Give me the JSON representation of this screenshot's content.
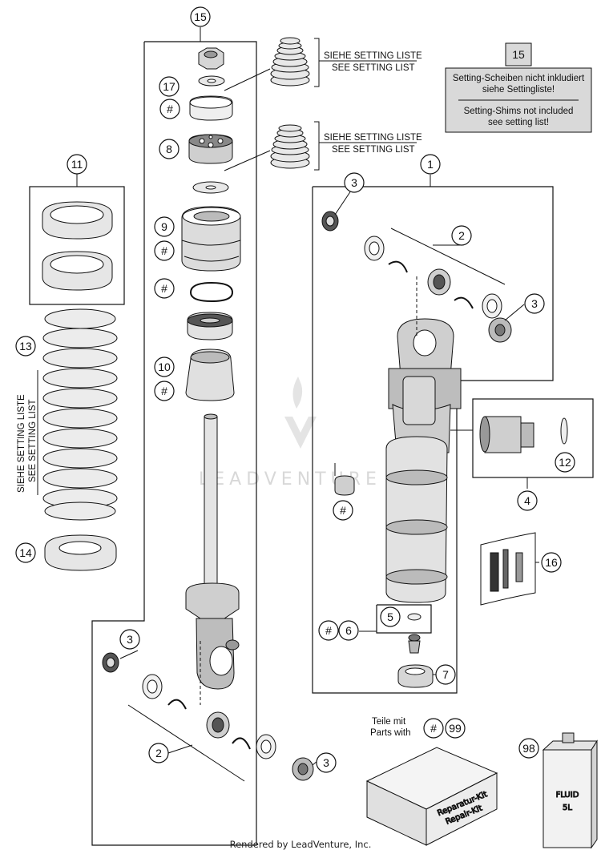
{
  "callouts": {
    "c15_top": "15",
    "c17": "17",
    "c8": "8",
    "c9": "9",
    "c10": "10",
    "c11": "11",
    "c13": "13",
    "c14": "14",
    "c1": "1",
    "c2_right": "2",
    "c3_right_top": "3",
    "c3_right_mid": "3",
    "c12": "12",
    "c4": "4",
    "c16": "16",
    "c5": "5",
    "c6": "6",
    "c7": "7",
    "c3_bottom_left": "3",
    "c2_bottom": "2",
    "c3_bottom_right": "3",
    "c98": "98",
    "c99": "99",
    "c15_note": "15",
    "hash": "#"
  },
  "labels": {
    "setting_de": "SIEHE SETTING LISTE",
    "setting_en": "SEE SETTING LIST",
    "note_de_1": "Setting-Scheiben nicht inkludiert",
    "note_de_2": "siehe Settingliste!",
    "note_en_1": "Setting-Shims not included",
    "note_en_2": "see setting list!",
    "parts_de": "Teile mit",
    "parts_en": "Parts with",
    "kit_de": "Reparatur-Kit",
    "kit_en": "Repair-Kit",
    "fluid_1": "FLUID",
    "fluid_2": "5L",
    "watermark": "LEADVENTURE",
    "footer": "Rendered by LeadVenture, Inc."
  },
  "colors": {
    "line": "#111111",
    "part_fill": "#e6e6e6",
    "part_dark": "#555555",
    "note_bg": "#d9d9d9"
  }
}
